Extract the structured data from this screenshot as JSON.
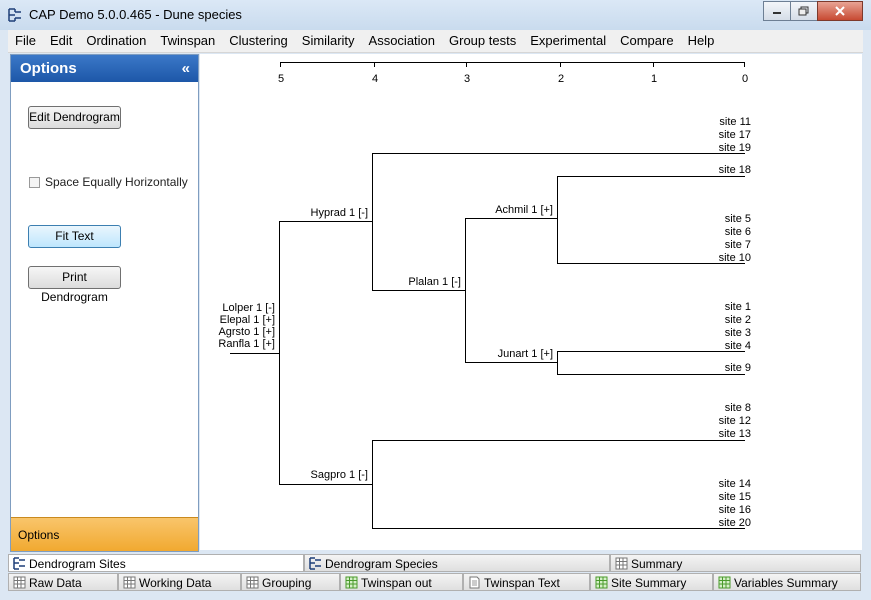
{
  "window": {
    "title": "CAP Demo 5.0.0.465 - Dune species"
  },
  "menu": [
    {
      "label": "File"
    },
    {
      "label": "Edit"
    },
    {
      "label": "Ordination"
    },
    {
      "label": "Twinspan"
    },
    {
      "label": "Clustering"
    },
    {
      "label": "Similarity"
    },
    {
      "label": "Association"
    },
    {
      "label": "Group tests"
    },
    {
      "label": "Experimental"
    },
    {
      "label": "Compare"
    },
    {
      "label": "Help"
    }
  ],
  "options": {
    "title": "Options",
    "collapse": "«",
    "edit_button": "Edit Dendrogram",
    "checkbox_label": "Space Equally Horizontally",
    "fit_button": "Fit Text",
    "print_button": "Print Dendrogram",
    "footer": "Options"
  },
  "scale": {
    "ticks": [
      "5",
      "4",
      "3",
      "2",
      "1",
      "0"
    ]
  },
  "dendrogram": {
    "root_labels": [
      "Lolper 1 [-]",
      "Elepal 1 [+]",
      "Agrsto 1 [+]",
      "Ranfla 1 [+]"
    ],
    "nodes": {
      "hyprad": "Hyprad 1 [-]",
      "plalan": "Plalan 1 [-]",
      "achmil": "Achmil 1 [+]",
      "junart": "Junart 1 [+]",
      "sagpro": "Sagpro 1 [-]"
    },
    "groups": [
      {
        "sites": [
          "site 11",
          "site 17",
          "site 19"
        ]
      },
      {
        "sites": [
          "site 18"
        ]
      },
      {
        "sites": [
          "site 5",
          "site 6",
          "site 7",
          "site 10"
        ]
      },
      {
        "sites": [
          "site 1",
          "site 2",
          "site 3",
          "site 4"
        ]
      },
      {
        "sites": [
          "site 9"
        ]
      },
      {
        "sites": [
          "site 8",
          "site 12",
          "site 13"
        ]
      },
      {
        "sites": [
          "site 14",
          "site 15",
          "site 16",
          "site 20"
        ]
      }
    ]
  },
  "tabs_row1": [
    {
      "label": "Dendrogram Sites",
      "icon": "dendrogram-icon"
    },
    {
      "label": "Dendrogram Species",
      "icon": "dendrogram-icon"
    },
    {
      "label": "Summary",
      "icon": "grid-icon"
    }
  ],
  "tabs_row2": [
    {
      "label": "Raw Data",
      "icon": "grid-icon"
    },
    {
      "label": "Working Data",
      "icon": "grid-icon"
    },
    {
      "label": "Grouping",
      "icon": "grid-icon"
    },
    {
      "label": "Twinspan out",
      "icon": "green-grid-icon"
    },
    {
      "label": "Twinspan Text",
      "icon": "document-icon"
    },
    {
      "label": "Site Summary",
      "icon": "green-grid-icon"
    },
    {
      "label": "Variables Summary",
      "icon": "green-grid-icon"
    }
  ],
  "colors": {
    "accent": "#1d57a8",
    "footer": "#f1a930"
  }
}
